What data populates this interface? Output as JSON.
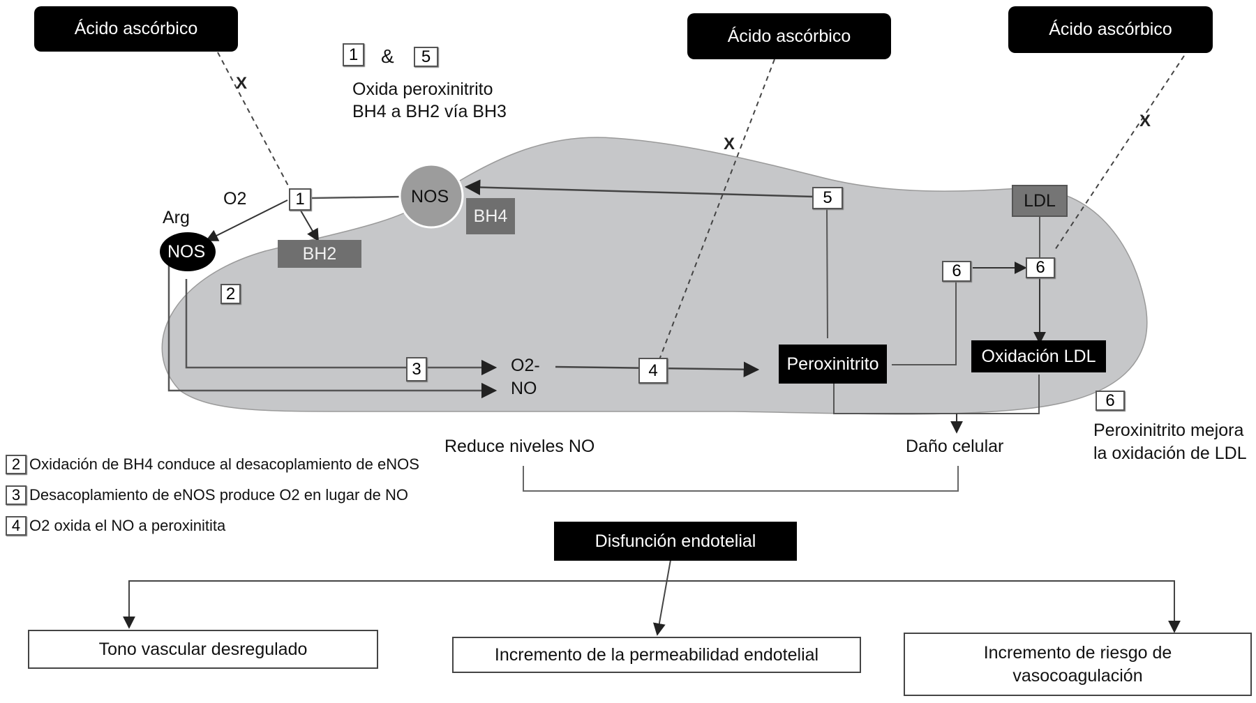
{
  "diagram": {
    "inhibitors": [
      {
        "label": "Ácido ascórbico",
        "mark": "X"
      },
      {
        "label": "Ácido ascórbico",
        "mark": "X"
      },
      {
        "label": "Ácido ascórbico",
        "mark": "X"
      }
    ],
    "step_header": {
      "step_a": "1",
      "connector": "&",
      "step_b": "5",
      "description_line1": "Oxida peroxinitrito",
      "description_line2": "BH4 a BH2 vía BH3"
    },
    "nodes": {
      "o2": "O2",
      "arg": "Arg",
      "nos_uncoupled": "NOS",
      "nos_coupled": "NOS",
      "bh4": "BH4",
      "bh2": "BH2",
      "ldl": "LDL",
      "superoxide": "O2-",
      "no": "NO",
      "peroxinitrito": "Peroxinitrito",
      "oxidacion_ldl": "Oxidación LDL"
    },
    "step_markers": {
      "s1": "1",
      "s2": "2",
      "s3": "3",
      "s4": "4",
      "s5": "5",
      "s6a": "6",
      "s6b": "6",
      "s6_note": "6"
    },
    "note_6": {
      "line1": "Peroxinitrito mejora",
      "line2": "la oxidación de LDL"
    },
    "outcomes": {
      "reduce_no": "Reduce niveles NO",
      "dano_celular": "Daño celular",
      "disfuncion": "Disfunción endotelial"
    },
    "consequences": [
      {
        "label": "Tono vascular desregulado"
      },
      {
        "label": "Incremento de la permeabilidad endotelial"
      },
      {
        "line1": "Incremento de riesgo de",
        "line2": "vasocoagulación"
      }
    ],
    "legend": [
      {
        "num": "2",
        "text": "Oxidación de BH4 conduce al desacoplamiento de eNOS"
      },
      {
        "num": "3",
        "text": "Desacoplamiento de eNOS produce O2 en lugar de NO"
      },
      {
        "num": "4",
        "text": "O2 oxida el NO a peroxinitita"
      }
    ],
    "colors": {
      "cell_fill": "#c6c7c9",
      "dark_box": "#000000",
      "grey_box": "#6f6f6f",
      "nos_circle": "#9c9c9c"
    }
  }
}
